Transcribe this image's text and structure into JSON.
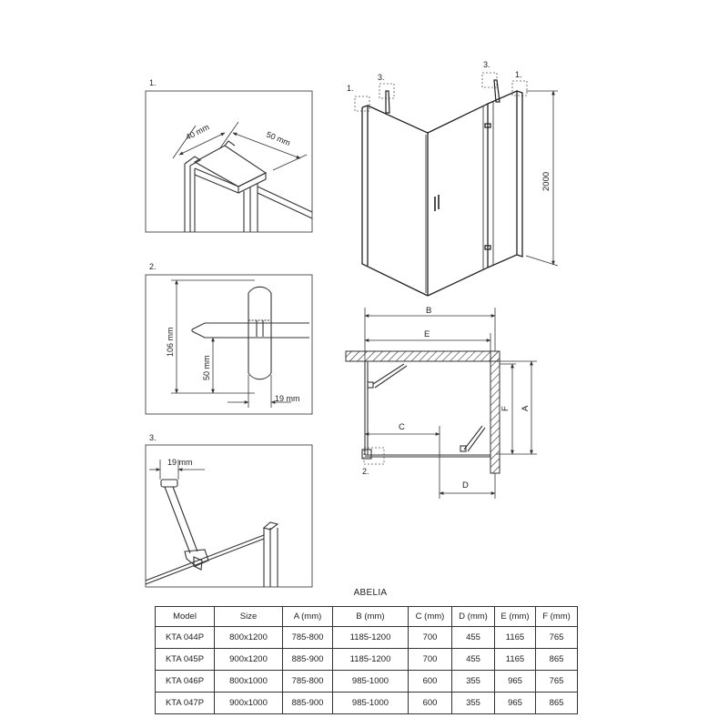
{
  "details": {
    "detail1": {
      "num": "1.",
      "dim_a": "40 mm",
      "dim_b": "50 mm"
    },
    "detail2": {
      "num": "2.",
      "dim_height": "106 mm",
      "dim_mid": "50 mm",
      "dim_width": "19 mm"
    },
    "detail3": {
      "num": "3.",
      "dim_width": "19 mm"
    }
  },
  "front_view": {
    "callout_1_left": "1.",
    "callout_3_left": "3.",
    "callout_3_right": "3.",
    "callout_1_right": "1.",
    "height_label": "2000"
  },
  "plan_view": {
    "label_B": "B",
    "label_E": "E",
    "label_C": "C",
    "label_D": "D",
    "label_F": "F",
    "label_A": "A",
    "label_2": "2."
  },
  "spec_table": {
    "title": "ABELIA",
    "headers": [
      "Model",
      "Size",
      "A (mm)",
      "B (mm)",
      "C (mm)",
      "D (mm)",
      "E (mm)",
      "F (mm)"
    ],
    "rows": [
      [
        "KTA 044P",
        "800x1200",
        "785-800",
        "1185-1200",
        "700",
        "455",
        "1165",
        "765"
      ],
      [
        "KTA 045P",
        "900x1200",
        "885-900",
        "1185-1200",
        "700",
        "455",
        "1165",
        "865"
      ],
      [
        "KTA 046P",
        "800x1000",
        "785-800",
        "985-1000",
        "600",
        "355",
        "965",
        "765"
      ],
      [
        "KTA 047P",
        "900x1000",
        "885-900",
        "985-1000",
        "600",
        "355",
        "965",
        "865"
      ]
    ]
  }
}
